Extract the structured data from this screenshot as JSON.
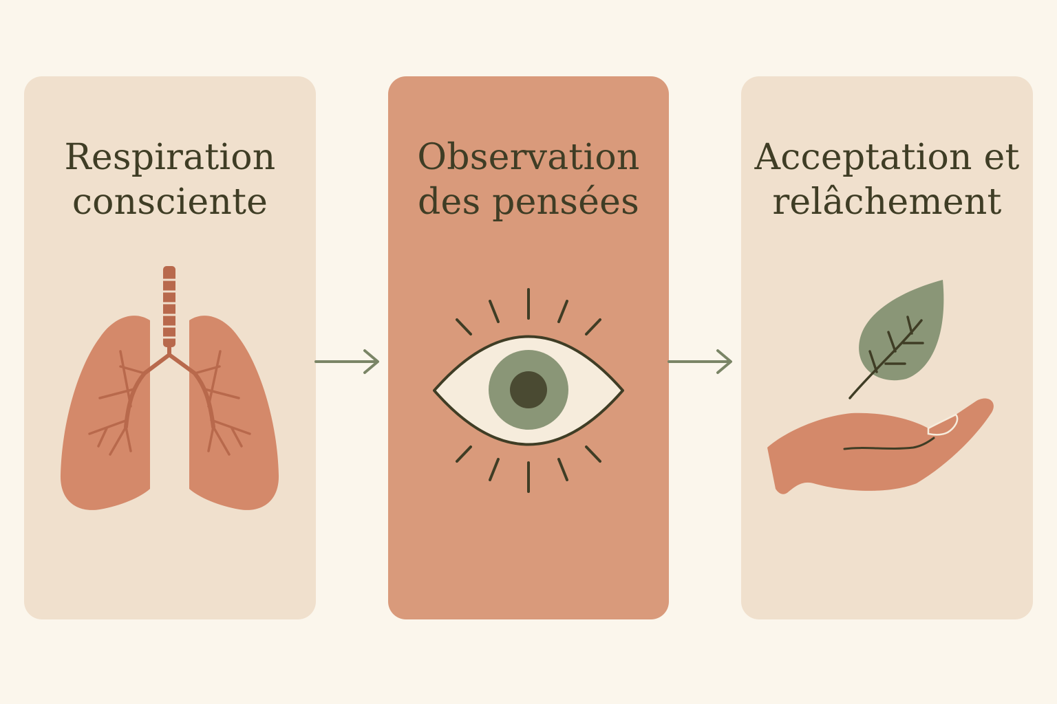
{
  "steps": [
    {
      "title_line1": "Respiration",
      "title_line2": "consciente",
      "icon": "lungs-icon"
    },
    {
      "title_line1": "Observation",
      "title_line2": "des pensées",
      "icon": "eye-icon"
    },
    {
      "title_line1": "Acceptation et",
      "title_line2": "relâchement",
      "icon": "hand-leaf-icon"
    }
  ],
  "colors": {
    "background": "#fbf6ec",
    "card_light": "#f0e0cd",
    "card_accent": "#d99a7b",
    "text": "#3f3d25",
    "terracotta": "#d4896a",
    "sage": "#8a9677",
    "arrow": "#7a8566"
  }
}
